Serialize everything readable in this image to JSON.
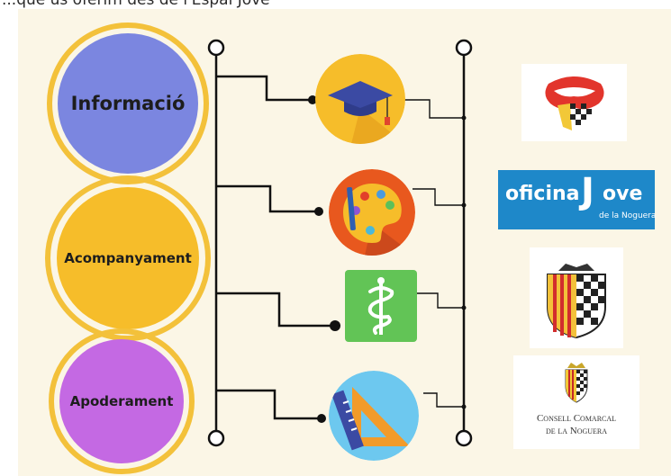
{
  "caption": "...què us oferim des de l'Espai Jove",
  "colors": {
    "background": "#fbf6e6",
    "ring": "#f3c13a",
    "informacio": "#7b86e0",
    "acompanyament": "#f6bd2a",
    "apoderament": "#c469e3",
    "oficina_blue": "#1e88c9"
  },
  "pillars": [
    {
      "label": "Informació"
    },
    {
      "label": "Acompanyament"
    },
    {
      "label": "Apoderament"
    }
  ],
  "icons": [
    {
      "name": "graduation-cap-icon"
    },
    {
      "name": "paint-palette-icon"
    },
    {
      "name": "caduceus-icon"
    },
    {
      "name": "ruler-square-icon"
    }
  ],
  "logos": {
    "oficina_word": "oficina",
    "jove_word": "ove",
    "noguera_small": "de la Noguera",
    "consell_line1": "Consell Comarcal",
    "consell_line2": "de la Noguera"
  }
}
